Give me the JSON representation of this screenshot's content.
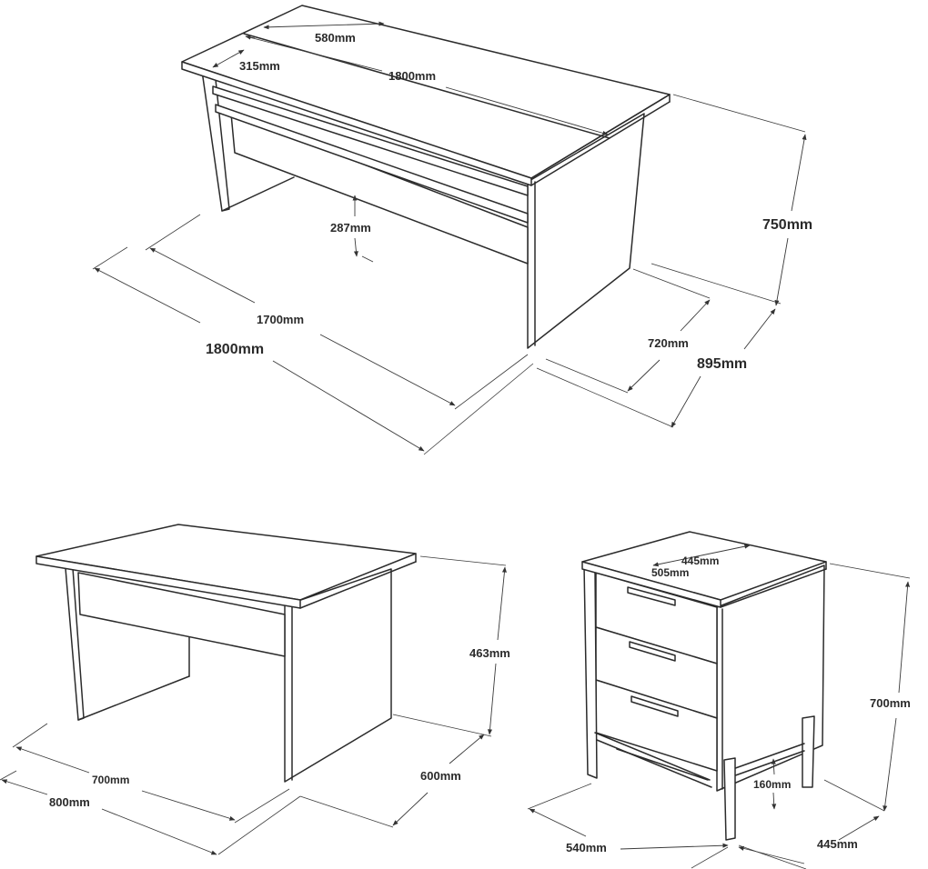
{
  "desk": {
    "top_depth": "580mm",
    "shelf_depth": "315mm",
    "top_width": "1800mm",
    "shelf_gap": "287mm",
    "inner_width": "1700mm",
    "overall_width": "1800mm",
    "height": "750mm",
    "inner_depth": "720mm",
    "overall_depth": "895mm"
  },
  "side_table": {
    "height": "463mm",
    "inner_width": "700mm",
    "overall_width": "800mm",
    "depth": "600mm"
  },
  "drawer_unit": {
    "top_width": "445mm",
    "top_depth": "505mm",
    "height": "700mm",
    "leg_height": "160mm",
    "depth": "540mm",
    "width": "445mm"
  }
}
